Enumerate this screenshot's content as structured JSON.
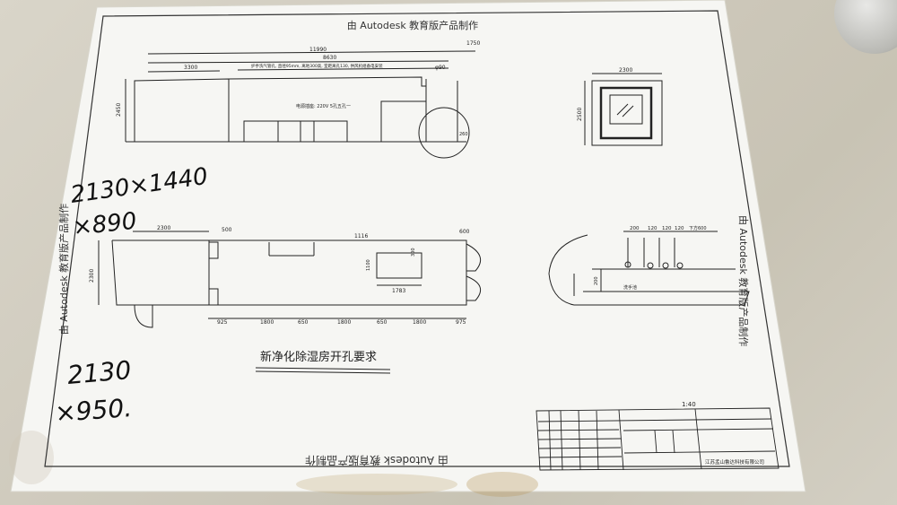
{
  "watermark_top": "由 Autodesk 教育版产品制作",
  "watermark_bottom": "由 Autodesk 教育版产品制作",
  "watermark_right": "由 Autodesk 教育版产品制作",
  "watermark_left": "由 Autodesk 教育版产品制作",
  "drawing": {
    "title": "新净化除湿房开孔要求",
    "dims_top": {
      "overall": "11990",
      "right_seg": "1750",
      "mid": "8630",
      "left": "3300",
      "height": "2450",
      "right_square_w": "2300",
      "right_square_h": "2500",
      "pipe": "φ90",
      "small": "260"
    },
    "note_top": "护手洗气管孔, 直径95mm, 离地300高, 室距离孔130, 供风机组备电安装",
    "note_socket": "电源插座: 220V 5孔五孔一",
    "dims_plan": {
      "left_w": "2300",
      "door": "500",
      "mid": "1116",
      "right_door": "600",
      "height": "2300",
      "inner_w": "1783",
      "inner_h": "1100",
      "small": "300",
      "bottom": [
        "925",
        "1800",
        "650",
        "1800",
        "650",
        "1800",
        "975"
      ]
    },
    "dims_side": {
      "seg1": "200",
      "seg2": "120",
      "seg3": "120",
      "seg4": "120",
      "right": "下方600",
      "height": "200",
      "label": "洗手池"
    },
    "scale": "1:40",
    "company": "江苏孟山鲁达科技有限公司"
  },
  "handwriting": {
    "line1": "2130×1440",
    "line2": "×890",
    "line3": "2130",
    "line4": "×950."
  }
}
